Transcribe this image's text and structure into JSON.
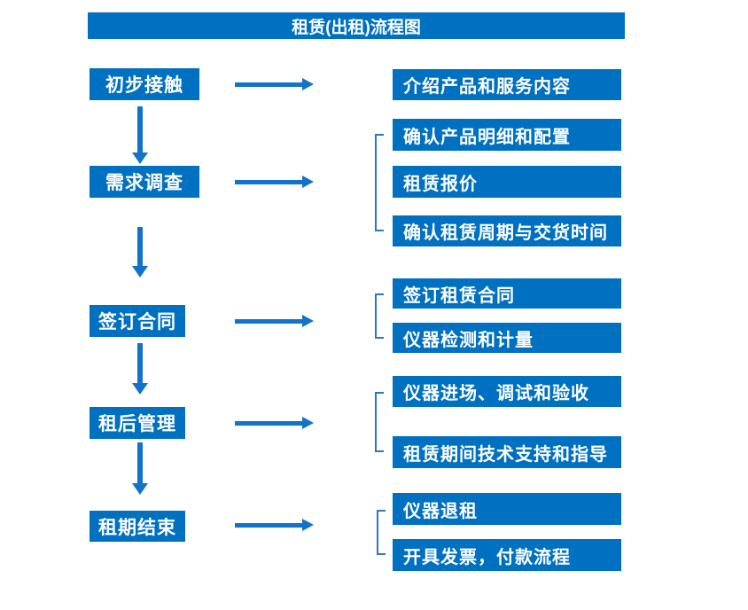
{
  "title": "租赁(出租)流程图",
  "colors": {
    "box_blue": "#0070C0",
    "arrow_blue": "#1273C7",
    "bracket_blue": "#2A79BF",
    "text_white": "#FFFFFF"
  },
  "flow": {
    "steps": [
      {
        "label": "初步接触",
        "details": [
          "介绍产品和服务内容"
        ]
      },
      {
        "label": "需求调查",
        "details": [
          "确认产品明细和配置",
          "租赁报价",
          "确认租赁周期与交货时间"
        ]
      },
      {
        "label": "签订合同",
        "details": [
          "签订租赁合同",
          "仪器检测和计量"
        ]
      },
      {
        "label": "租后管理",
        "details": [
          "仪器进场、调试和验收",
          "租赁期间技术支持和指导"
        ]
      },
      {
        "label": "租期结束",
        "details": [
          "仪器退租",
          "开具发票，付款流程"
        ]
      }
    ]
  }
}
